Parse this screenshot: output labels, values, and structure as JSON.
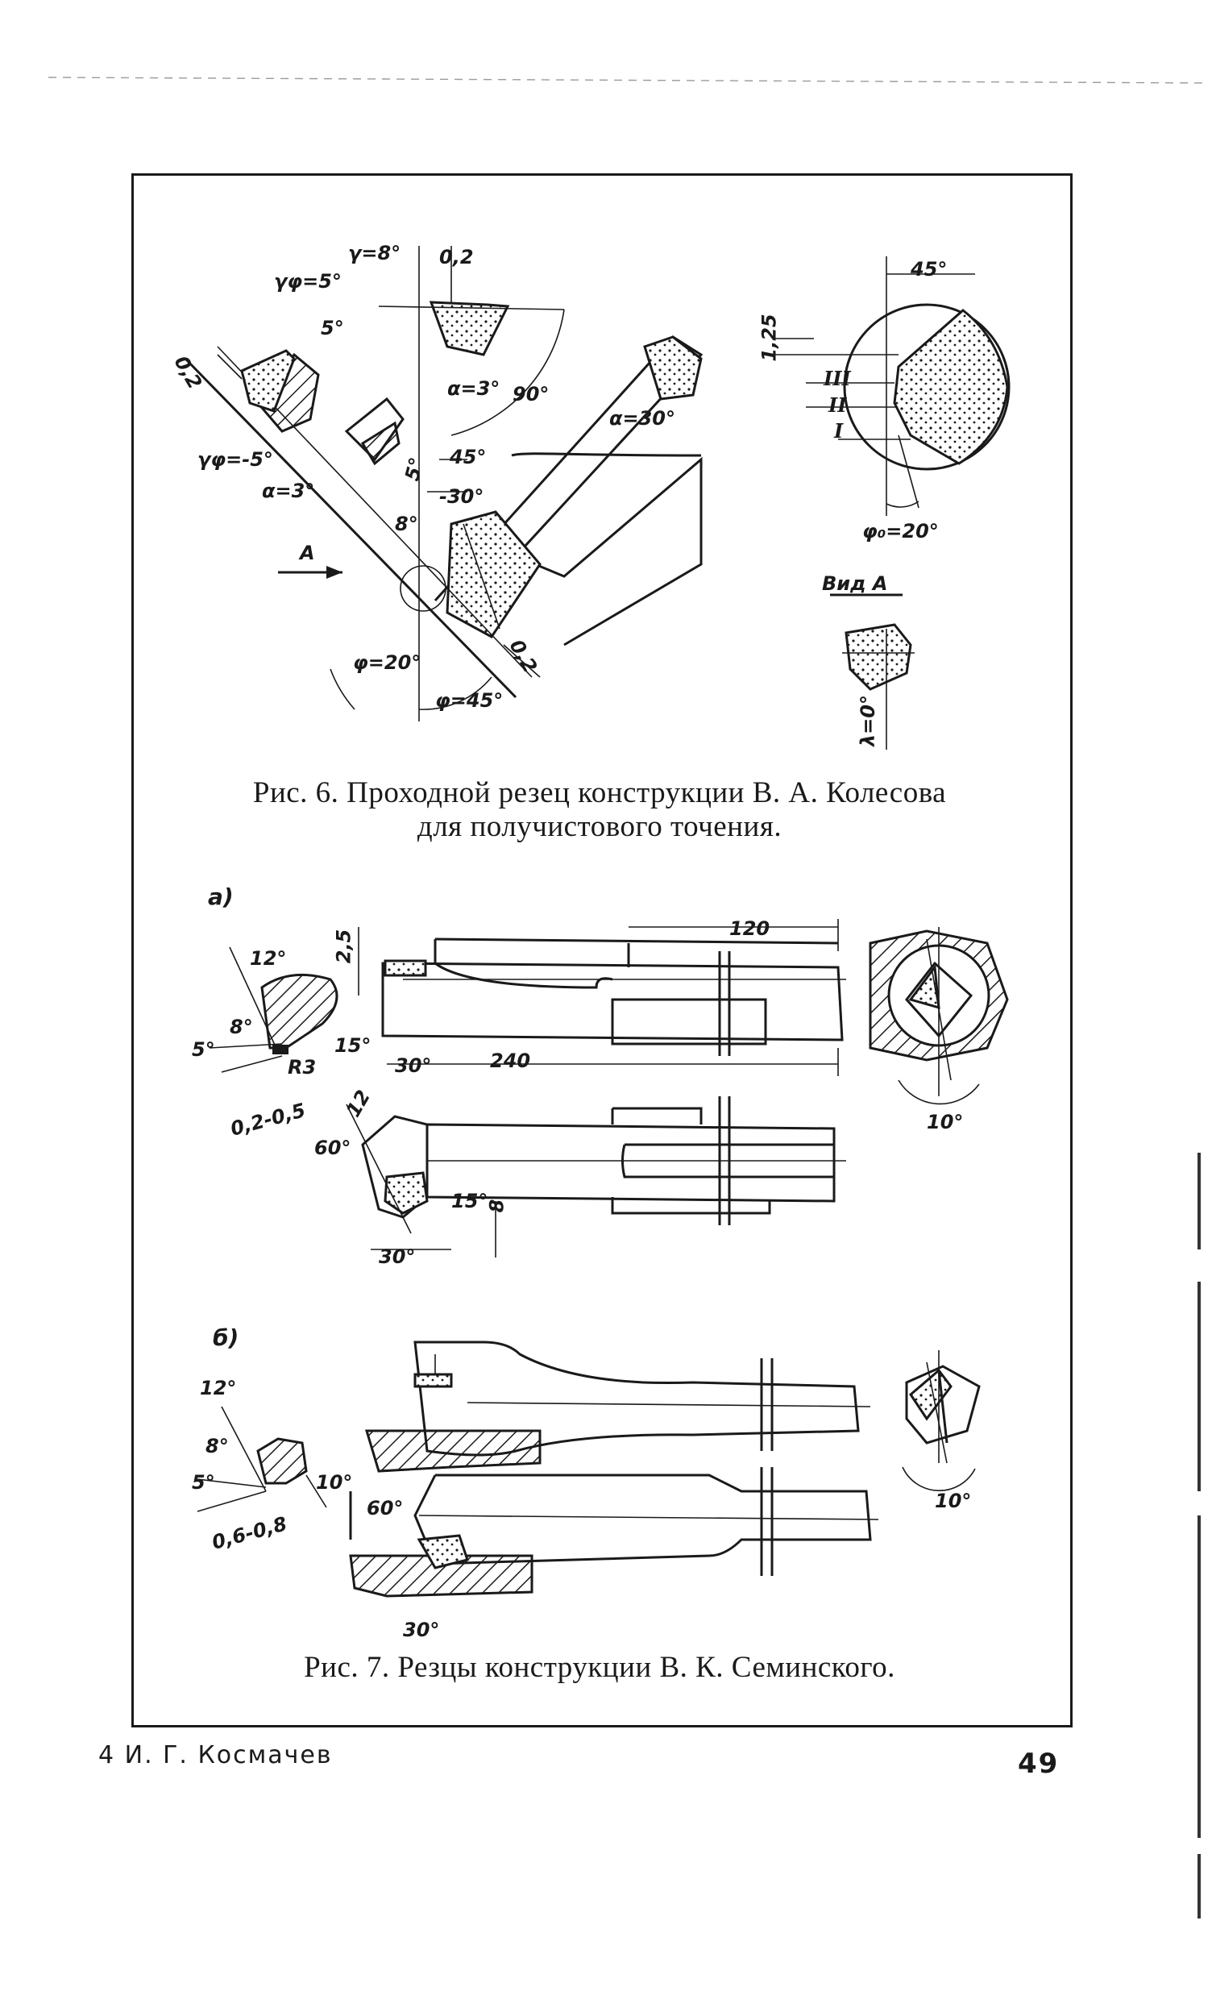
{
  "fig6": {
    "caption_line1": "Рис. 6. Проходной  резец конструкции В. А. Колесова",
    "caption_line2": "для получистового точения.",
    "labels": {
      "gamma8": "γ=8°",
      "dim02_top": "0,2",
      "gamma_phi5": "γφ=5°",
      "deg5": "5°",
      "dim02_left": "0,2",
      "gamma_phi_m5": "γφ=-5°",
      "alpha3_left": "α=3°",
      "alpha3_mid": "α=3°",
      "deg90": "90°",
      "alpha30": "α=30°",
      "deg45_mid": "45°",
      "deg_m30": "-30°",
      "deg5_small": "5°",
      "deg8": "8°",
      "arrowA": "A",
      "phi20": "φ=20°",
      "phi45": "φ=45°",
      "dim02_bottom": "0,2",
      "deg45_right": "45°",
      "dim125": "1,25",
      "roman3": "III",
      "roman2": "II",
      "roman1": "I",
      "phi0_20": "φ₀=20°",
      "vid_a": "Вид A",
      "lambda0": "λ=0°"
    }
  },
  "fig7": {
    "caption": "Рис. 7. Резцы конструкции В. К. Семинского.",
    "sub_a": "а)",
    "sub_b": "б)",
    "labels_a": {
      "deg12": "12°",
      "dim25": "2,5",
      "dim120": "120",
      "deg8": "8°",
      "deg5": "5°",
      "deg15": "15°",
      "r3": "R3",
      "dim02_05": "0,2-0,5",
      "deg30_top": "30°",
      "dim240": "240",
      "dim12": "12",
      "deg60": "60°",
      "deg15_low": "15°",
      "dim8": "8",
      "deg30_bottom": "30°",
      "deg10": "10°"
    },
    "labels_b": {
      "deg12": "12°",
      "deg8": "8°",
      "deg5": "5°",
      "deg10_left": "10°",
      "dim06_08": "0,6-0,8",
      "deg60": "60°",
      "deg30": "30°",
      "deg10_right": "10°"
    }
  },
  "footer": {
    "signature": "4   И. Г. Космачев",
    "page_number": "49"
  }
}
